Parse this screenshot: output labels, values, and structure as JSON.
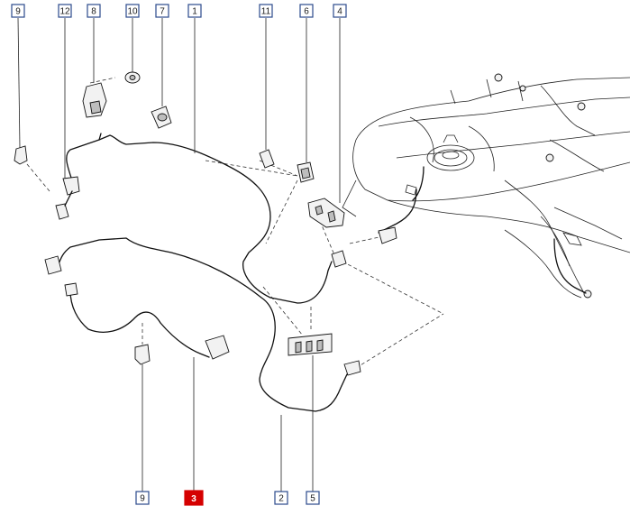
{
  "callouts": [
    {
      "id": "c9a",
      "label": "9",
      "highlight": false
    },
    {
      "id": "c12",
      "label": "12",
      "highlight": false
    },
    {
      "id": "c8",
      "label": "8",
      "highlight": false
    },
    {
      "id": "c10",
      "label": "10",
      "highlight": false
    },
    {
      "id": "c7",
      "label": "7",
      "highlight": false
    },
    {
      "id": "c1",
      "label": "1",
      "highlight": false
    },
    {
      "id": "c11",
      "label": "11",
      "highlight": false
    },
    {
      "id": "c6",
      "label": "6",
      "highlight": false
    },
    {
      "id": "c4",
      "label": "4",
      "highlight": false
    },
    {
      "id": "c9b",
      "label": "9",
      "highlight": false
    },
    {
      "id": "c3",
      "label": "3",
      "highlight": true
    },
    {
      "id": "c2",
      "label": "2",
      "highlight": false
    },
    {
      "id": "c5",
      "label": "5",
      "highlight": false
    }
  ],
  "colors": {
    "callout_border": "#2b4a8c",
    "highlight": "#d50000",
    "line": "#111111"
  }
}
